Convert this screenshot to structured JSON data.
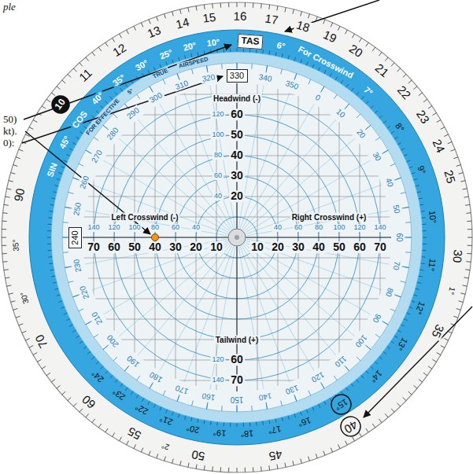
{
  "diagram": {
    "nodes": [
      {
        "text": [
          "TAS"
        ]
      },
      {
        "text": [
          "330"
        ]
      },
      {
        "text": [
          "10"
        ]
      },
      {
        "text": [
          "240"
        ]
      },
      {
        "text": [
          "15°"
        ]
      },
      {
        "text": [
          "40"
        ]
      }
    ],
    "labels": [
      "ple",
      "50)",
      "kt).",
      "0):",
      "11",
      "12",
      "13",
      "14",
      "15",
      "16",
      "17",
      "18",
      "19",
      "20",
      "21",
      "22",
      "23",
      "24",
      "25",
      "30",
      "35",
      "45",
      "50",
      "55",
      "60",
      "70",
      "90",
      "1°",
      "2°",
      "30°",
      "35°",
      "SIN",
      "45°",
      "COS",
      "40°",
      "35°",
      "30°",
      "25°",
      "20°",
      "10°",
      "FOR EFFECTIVE",
      "5°",
      "TRUE",
      "AIRSPEED",
      "6°",
      "For Crosswind",
      "7°",
      "8°",
      "9°",
      "10°",
      "11°",
      "12°",
      "13°",
      "14°",
      "16°",
      "17°",
      "18°",
      "19°",
      "20°",
      "21°",
      "22°",
      "23°",
      "24°",
      "340",
      "350",
      "0",
      "10",
      "20",
      "30",
      "40",
      "50",
      "60",
      "70",
      "80",
      "90",
      "100",
      "110",
      "120",
      "130",
      "140",
      "150",
      "160",
      "170",
      "180",
      "190",
      "200",
      "210",
      "220",
      "230",
      "250",
      "260",
      "270",
      "280",
      "290",
      "300",
      "310",
      "320",
      "Headwind (-)",
      "120",
      "60",
      "100",
      "50",
      "80",
      "40",
      "60",
      "30",
      "40",
      "20",
      "Left Crosswind (-)",
      "Right Crosswind (+)",
      "140",
      "120",
      "100",
      "80",
      "60",
      "40",
      "40",
      "60",
      "80",
      "100",
      "120",
      "140",
      "70",
      "60",
      "50",
      "40",
      "30",
      "20",
      "10",
      "10",
      "20",
      "30",
      "40",
      "50",
      "60",
      "70",
      "Tailwind (+)",
      "120",
      "60",
      "140",
      "70"
    ]
  }
}
